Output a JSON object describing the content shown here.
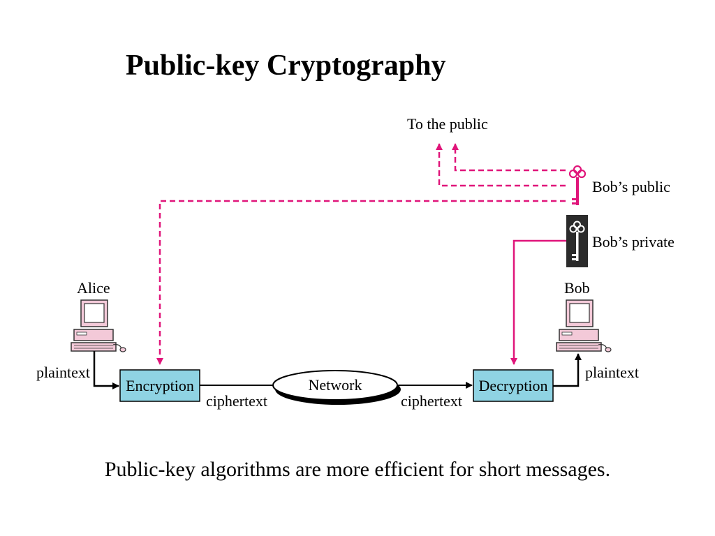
{
  "title": "Public-key Cryptography",
  "caption": "Public-key algorithms are more efficient for short messages.",
  "labels": {
    "to_public": "To the public",
    "bobs_public": "Bob’s public",
    "bobs_private": "Bob’s private",
    "alice": "Alice",
    "bob": "Bob",
    "plaintext_left": "plaintext",
    "plaintext_right": "plaintext",
    "ciphertext_left": "ciphertext",
    "ciphertext_right": "ciphertext",
    "encryption": "Encryption",
    "decryption": "Decryption",
    "network": "Network"
  },
  "colors": {
    "public_key_line": "#e0157a",
    "box_fill": "#8fd3e3",
    "private_key_bg": "#2b2b2b"
  },
  "icons": {
    "computer": "computer-icon",
    "public_key": "key-icon",
    "private_key": "key-icon"
  }
}
